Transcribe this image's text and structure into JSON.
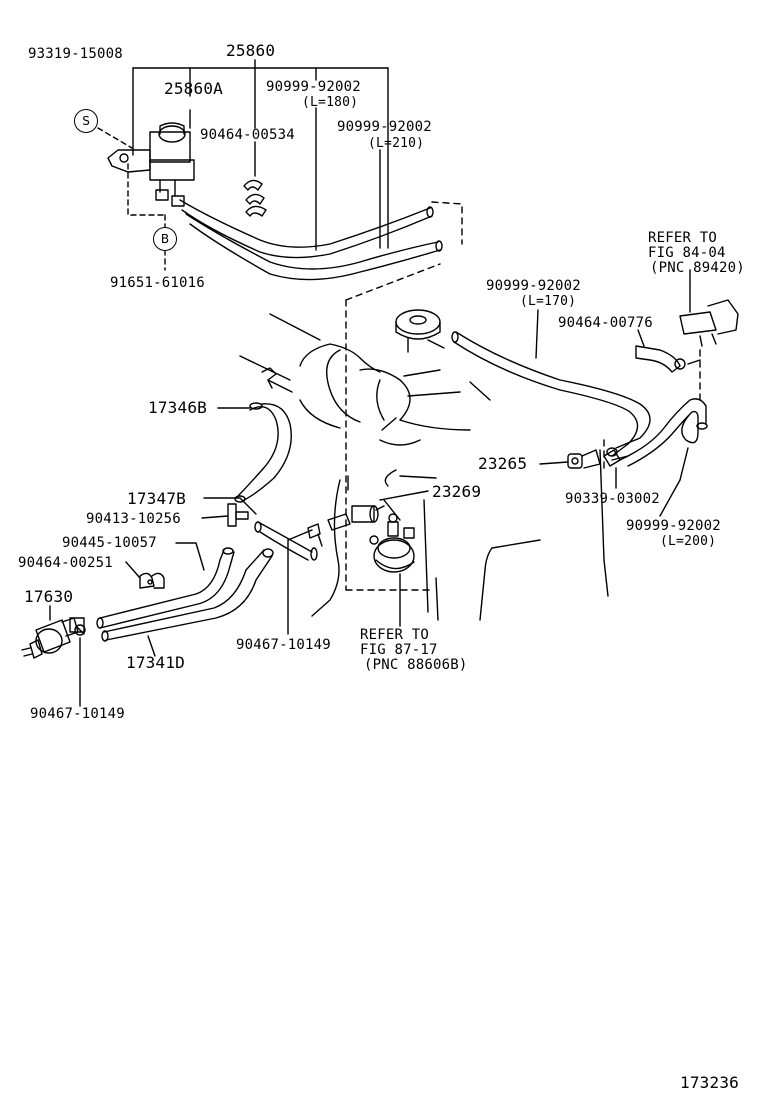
{
  "diagram_number": "173236",
  "symbols": {
    "s": "S",
    "b": "B"
  },
  "parts": {
    "p93319": "93319-15008",
    "p25860": "25860",
    "p25860a": "25860A",
    "p90999_180": "90999-92002",
    "len180": "(L=180)",
    "p90464_534": "90464-00534",
    "p90999_210": "90999-92002",
    "len210": "(L=210)",
    "p91651": "91651-61016",
    "p90999_170": "90999-92002",
    "len170": "(L=170)",
    "p90464_776": "90464-00776",
    "p17346b": "17346B",
    "p23265": "23265",
    "p90339": "90339-03002",
    "p90999_200": "90999-92002",
    "len200": "(L=200)",
    "p17347b": "17347B",
    "p23269": "23269",
    "p90413": "90413-10256",
    "p90445": "90445-10057",
    "p90464_251": "90464-00251",
    "p17630": "17630",
    "p17341d": "17341D",
    "p90467_mid": "90467-10149",
    "p90467_bot": "90467-10149"
  },
  "refs": {
    "r84_1": "REFER TO",
    "r84_2": "FIG 84-04",
    "r84_3": "(PNC 89420)",
    "r87_1": "REFER TO",
    "r87_2": "FIG 87-17",
    "r87_3": "(PNC 88606B)"
  }
}
